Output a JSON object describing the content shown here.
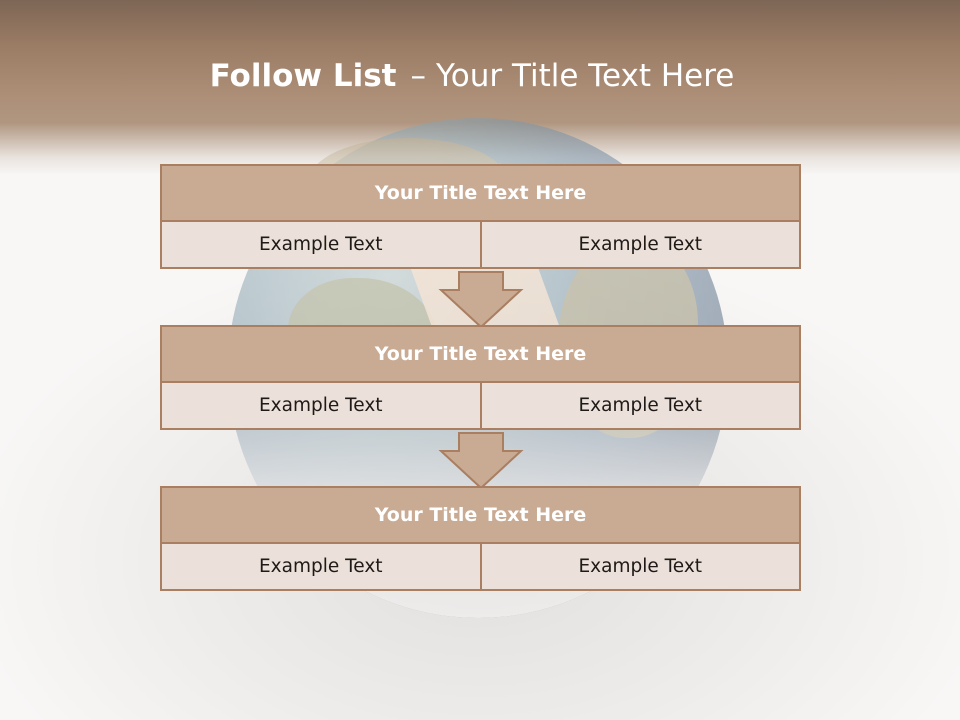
{
  "slide": {
    "title_bold": "Follow List",
    "title_dash": "–",
    "title_rest": "Your Title Text Here"
  },
  "groups": [
    {
      "title": "Your Title Text Here",
      "left": "Example Text",
      "right": "Example Text"
    },
    {
      "title": "Your Title Text Here",
      "left": "Example Text",
      "right": "Example Text"
    },
    {
      "title": "Your Title Text Here",
      "left": "Example Text",
      "right": "Example Text"
    }
  ],
  "colors": {
    "header": "#a48671",
    "box_title": "#c9aa93",
    "box_cell": "#ebe0da",
    "border": "#a97e61",
    "arrow": "#c9aa93"
  },
  "icons": {
    "arrow": "down-arrow-icon",
    "background": "globe-image"
  }
}
